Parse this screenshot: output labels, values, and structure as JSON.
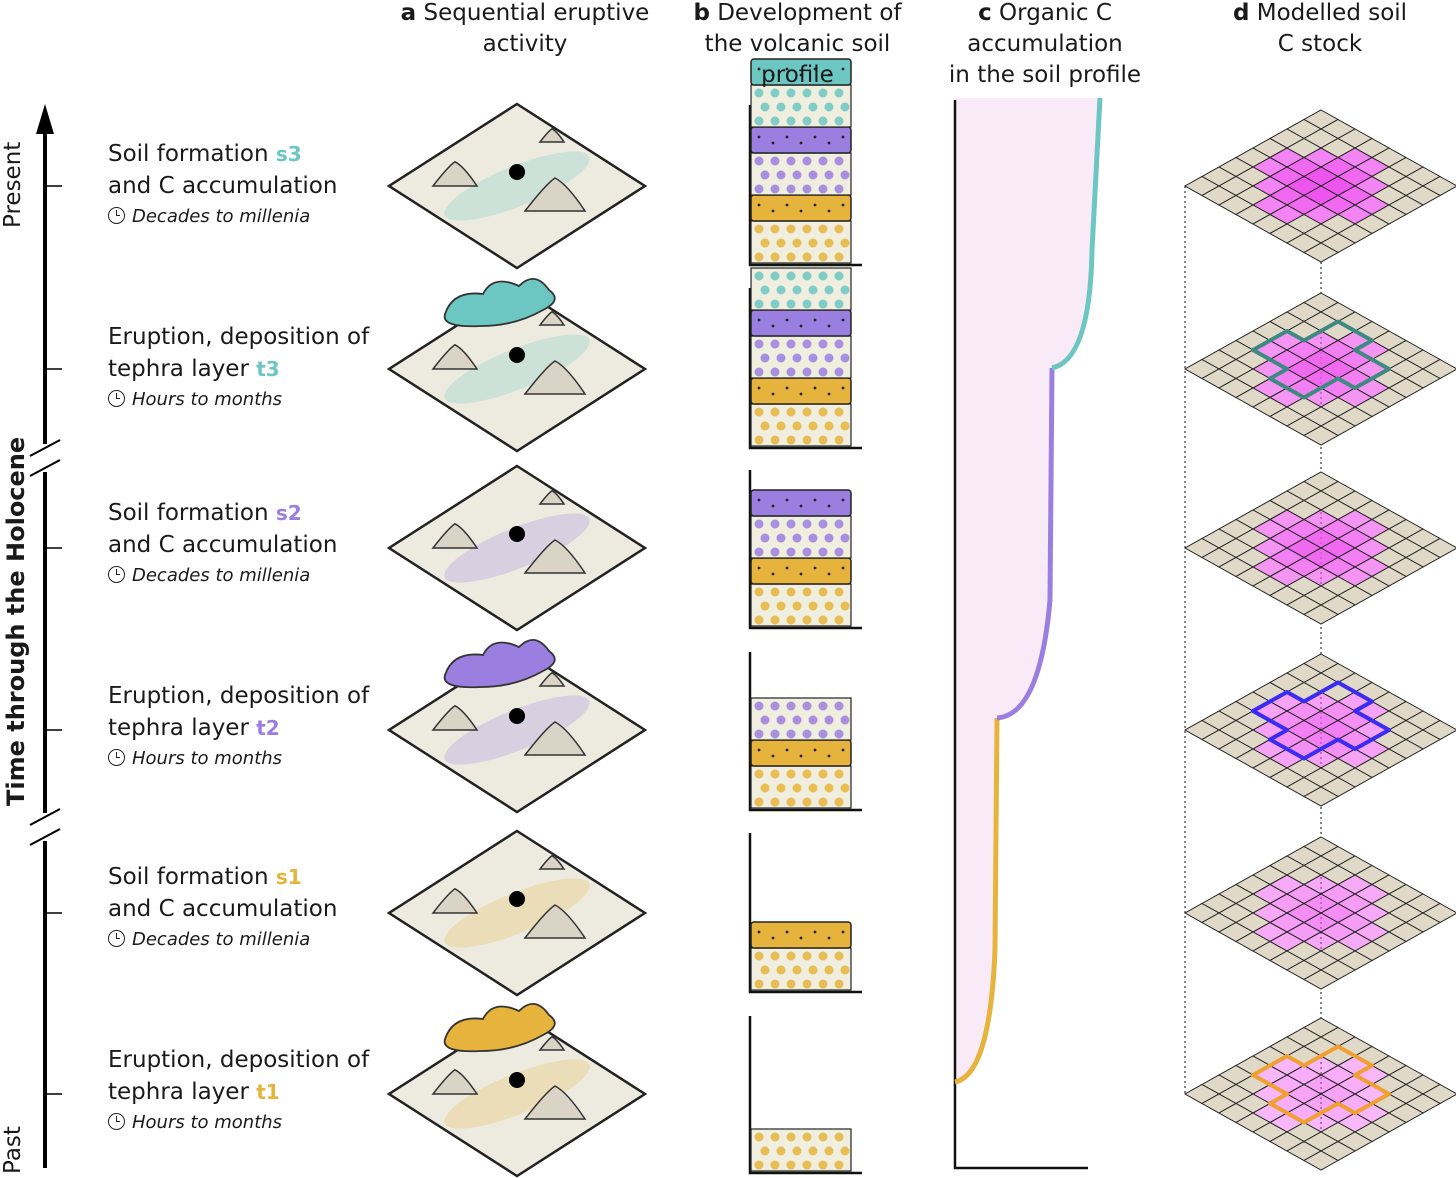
{
  "columns": {
    "a": {
      "letter": "a",
      "line1": "Sequential eruptive",
      "line2": "activity",
      "line3": ""
    },
    "b": {
      "letter": "b",
      "line1": "Development of",
      "line2": "the volcanic soil",
      "line3": "profile"
    },
    "c": {
      "letter": "c",
      "line1": "Organic C",
      "line2": "accumulation",
      "line3": "in the soil profile"
    },
    "d": {
      "letter": "d",
      "line1": "Modelled soil",
      "line2": "C stock",
      "line3": ""
    }
  },
  "time_axis": {
    "title": "Time through the Holocene",
    "top_label": "Present",
    "bottom_label": "Past"
  },
  "steps": [
    {
      "line1": "Soil formation ",
      "tag": "s3",
      "line2": "and C accumulation",
      "duration": "Decades to millenia",
      "tag_color": "#6cc7c3"
    },
    {
      "line1": "Eruption, deposition of",
      "tag": "t3",
      "line2": "tephra layer ",
      "duration": "Hours to months",
      "tag_color": "#6cc7c3"
    },
    {
      "line1": "Soil formation ",
      "tag": "s2",
      "line2": "and C accumulation",
      "duration": "Decades to millenia",
      "tag_color": "#9a7fe0"
    },
    {
      "line1": "Eruption, deposition of",
      "tag": "t2",
      "line2": "tephra layer ",
      "duration": "Hours to months",
      "tag_color": "#9a7fe0"
    },
    {
      "line1": "Soil formation ",
      "tag": "s1",
      "line2": "and C accumulation",
      "duration": "Decades to millenia",
      "tag_color": "#e6b43c"
    },
    {
      "line1": "Eruption, deposition of",
      "tag": "t1",
      "line2": "tephra layer ",
      "duration": "Hours to months",
      "tag_color": "#e6b43c"
    }
  ],
  "colors": {
    "teal": "#6cc7c3",
    "purple": "#9a7fe0",
    "yellow": "#e6b43c",
    "ground": "#edebe0",
    "grid_fill": "#e0d9c8",
    "stock_magenta": "#ee55ee",
    "curve_bg": "#f8ebf7"
  }
}
